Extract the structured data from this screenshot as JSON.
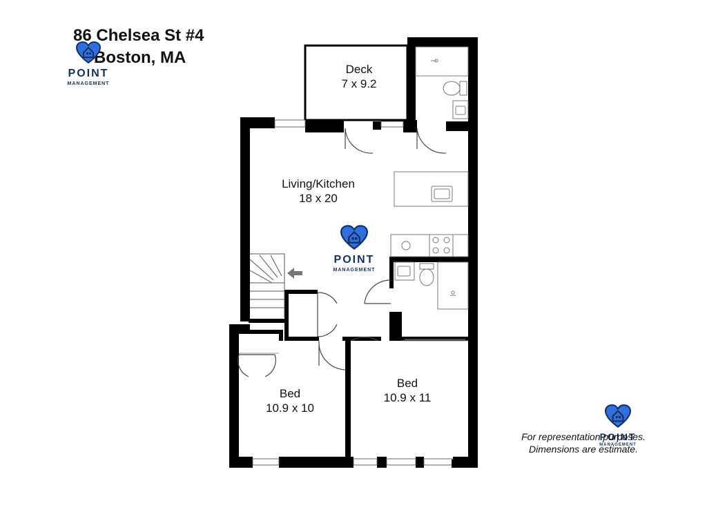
{
  "header": {
    "address_line1": "86 Chelsea St #4",
    "address_line2": "Boston, MA"
  },
  "logo": {
    "brand": "POINT",
    "tagline": "MANAGEMENT",
    "color": "#2f6fe0",
    "text_color": "#15305f",
    "icon": "heart-house-icon"
  },
  "rooms": {
    "deck": {
      "name": "Deck",
      "size": "7 x 9.2"
    },
    "living": {
      "name": "Living/Kitchen",
      "size": "18 x 20"
    },
    "bed_left": {
      "name": "Bed",
      "size": "10.9 x 10"
    },
    "bed_right": {
      "name": "Bed",
      "size": "10.9 x 11"
    }
  },
  "disclaimer": {
    "line1": "For representation purposes.",
    "line2": "Dimensions are estimate."
  }
}
